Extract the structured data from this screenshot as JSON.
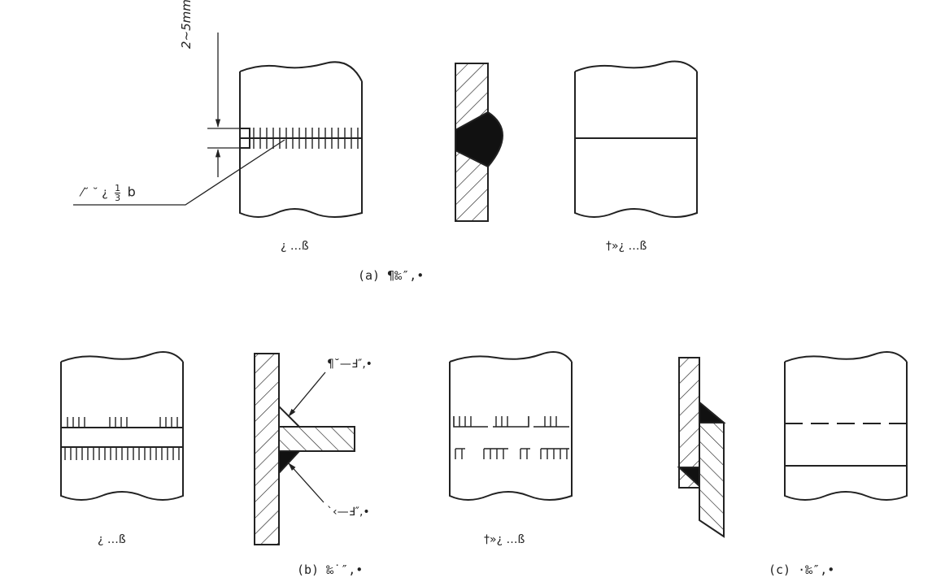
{
  "diagram": {
    "a": {
      "caption": "(a) ¶‰″‚•",
      "dimension": "2~5mm",
      "note_prefix": "⁄˘ ˘ ¿",
      "fraction_num": "1",
      "fraction_den": "3",
      "note_suffix": "b",
      "label_left": "¿ …ß",
      "label_right": "†»¿ …ß"
    },
    "b": {
      "caption": "(b) ‰˙″‚•",
      "arrow_top": "¶˘—Ⅎ″‚•",
      "arrow_bottom": "ˋ‹—Ⅎ″‚•",
      "label_left": "¿ …ß",
      "label_right": "†»¿ …ß"
    },
    "c": {
      "caption": "(c) ·‰″‚•"
    }
  }
}
